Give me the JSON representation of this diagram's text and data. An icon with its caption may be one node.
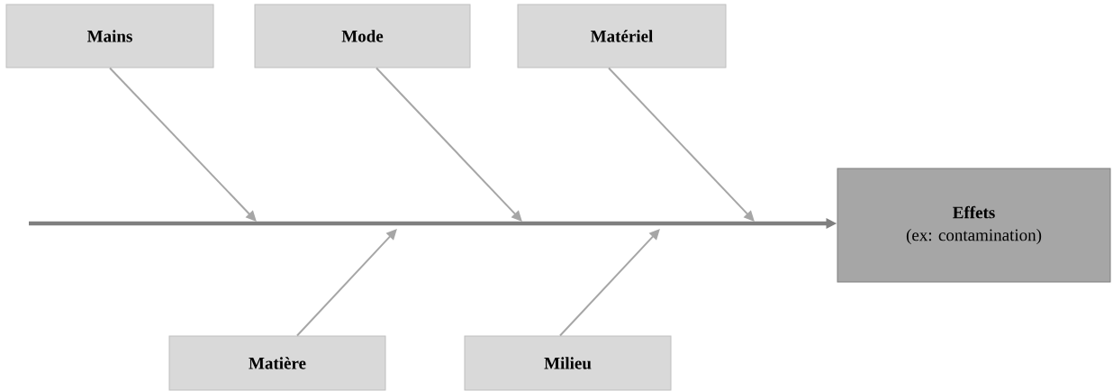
{
  "diagram": {
    "nodes": [
      {
        "text": [
          "Mains"
        ]
      },
      {
        "text": [
          "Mode"
        ]
      },
      {
        "text": [
          "Matériel"
        ]
      },
      {
        "text": [
          "Effets",
          "(ex: contamination)"
        ]
      },
      {
        "text": [
          "Matière"
        ]
      },
      {
        "text": [
          "Milieu"
        ]
      }
    ],
    "edges": [
      {
        "from": null,
        "to": 3,
        "arrow": "to",
        "style": "thick",
        "color": "#7f7f7f"
      },
      {
        "from": 0,
        "to": null,
        "arrow": "to"
      },
      {
        "from": 1,
        "to": null,
        "arrow": "to"
      },
      {
        "from": 2,
        "to": null,
        "arrow": "to"
      },
      {
        "from": 4,
        "to": null,
        "arrow": "to"
      },
      {
        "from": 5,
        "to": null,
        "arrow": "to"
      }
    ]
  }
}
